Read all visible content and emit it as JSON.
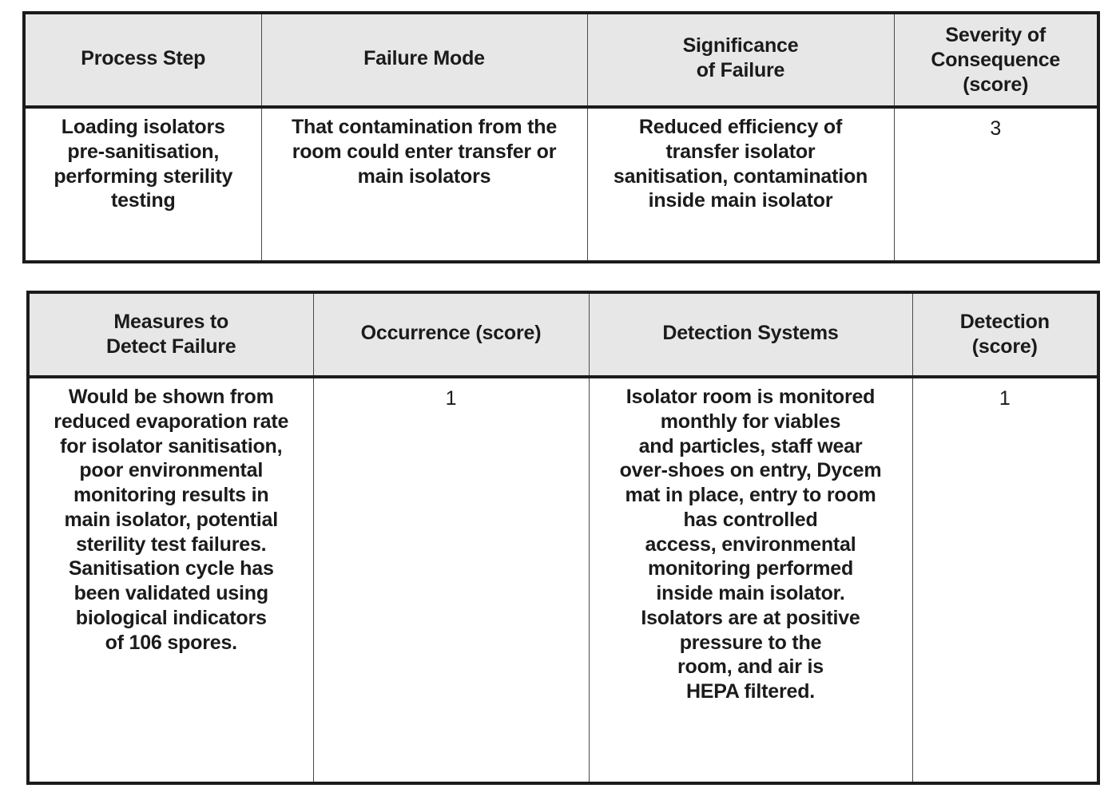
{
  "document": {
    "type": "fmea-risk-assessment",
    "table_count": 2
  },
  "table_one": {
    "name": "fmea-part-one",
    "headers": [
      "Process Step",
      "Failure Mode",
      "Significance\nof Failure",
      "Severity of\nConsequence\n(score)"
    ],
    "rows": [
      {
        "process_step": "Loading isolators\npre-sanitisation,\nperforming sterility\ntesting",
        "failure_mode": "That contamination from the\nroom could enter transfer or\nmain isolators",
        "significance_of_failure": "Reduced efficiency of\ntransfer isolator\nsanitisation, contamination\ninside main isolator",
        "severity_score": "3"
      }
    ]
  },
  "table_two": {
    "name": "fmea-part-two",
    "headers": [
      "Measures to\nDetect Failure",
      "Occurrence (score)",
      "Detection Systems",
      "Detection\n(score)"
    ],
    "rows": [
      {
        "measures_to_detect_failure": "Would be shown from\nreduced evaporation rate\nfor isolator sanitisation,\npoor environmental\nmonitoring results in\nmain isolator, potential\nsterility test failures.\nSanitisation cycle has\nbeen validated using\nbiological indicators\nof 106 spores.",
        "occurrence_score": "1",
        "detection_systems": "Isolator room is monitored\nmonthly for viables\nand particles, staff wear\nover-shoes on entry, Dycem\nmat in place, entry to room\nhas controlled\naccess, environmental\nmonitoring performed\ninside main isolator.\nIsolators are at positive\npressure to the\nroom, and air is\nHEPA filtered.",
        "detection_score": "1"
      }
    ]
  },
  "colors": {
    "header_background": "#e7e7e7",
    "body_background": "#ffffff",
    "border_outer": "#1b1b1b",
    "border_inner": "#4a4a4a",
    "text": "#1b1b1b"
  }
}
